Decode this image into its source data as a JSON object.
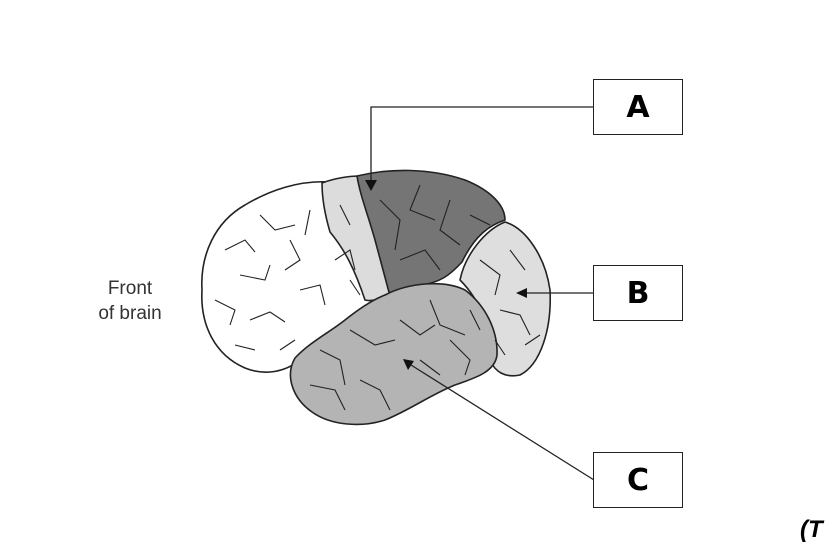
{
  "side_label": {
    "line1": "Front",
    "line2": "of brain"
  },
  "labels": {
    "a": "A",
    "b": "B",
    "c": "C"
  },
  "footer_fragment": "(T",
  "colors": {
    "frontal": "#ffffff",
    "premotor": "#dcdcdc",
    "parietal": "#757575",
    "occipital": "#dedede",
    "temporal": "#b4b4b4",
    "outline": "#222222"
  }
}
